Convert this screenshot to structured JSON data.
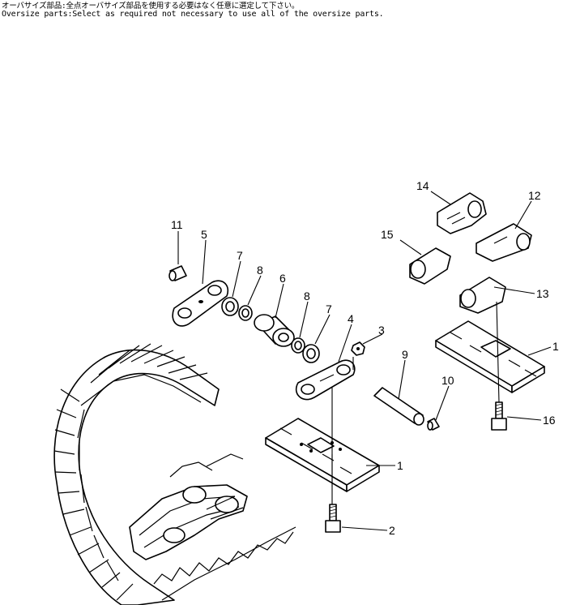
{
  "notes": {
    "japanese": "オーバサイズ部品:全点オーバサイズ部品を使用する必要はなく任意に選定して下さい。",
    "english": "Oversize parts:Select as required not necessary to use all of the oversize parts."
  },
  "callouts": {
    "c1a": "1",
    "c1b": "1",
    "c2": "2",
    "c3": "3",
    "c4": "4",
    "c5": "5",
    "c6": "6",
    "c7a": "7",
    "c7b": "7",
    "c8a": "8",
    "c8b": "8",
    "c9": "9",
    "c10": "10",
    "c11": "11",
    "c12": "12",
    "c13": "13",
    "c14": "14",
    "c15": "15",
    "c16": "16"
  }
}
